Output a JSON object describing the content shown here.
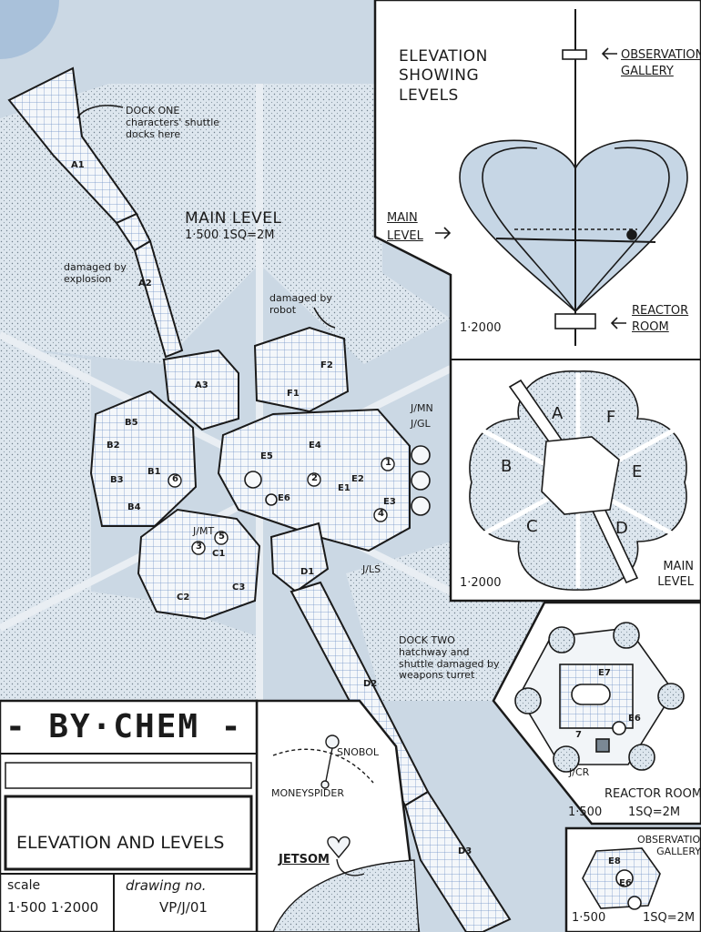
{
  "main_map": {
    "title": "MAIN LEVEL",
    "scale": "1·500 1SQ=2M",
    "dock_one": {
      "title": "DOCK ONE",
      "note": "characters' shuttle docks here"
    },
    "dock_two": {
      "title": "DOCK TWO",
      "note": "hatchway and shuttle damaged by weapons turret"
    },
    "damage_explosion": "damaged by explosion",
    "damage_robot": "damaged by robot",
    "rooms": [
      "A1",
      "A2",
      "A3",
      "F1",
      "F2",
      "B5",
      "B2",
      "B1",
      "B3",
      "B4",
      "E5",
      "E4",
      "E2",
      "E1",
      "E3",
      "E6",
      "C1",
      "C2",
      "C3",
      "D1",
      "D2",
      "D3"
    ],
    "markers": [
      "1",
      "2",
      "3",
      "4",
      "5",
      "6"
    ],
    "junctions": [
      "J/MN",
      "J/GL",
      "J/MT",
      "J/LS"
    ]
  },
  "elevation": {
    "title": "ELEVATION SHOWING LEVELS",
    "observation": "OBSERVATION GALLERY",
    "main": "MAIN LEVEL",
    "reactor": "REACTOR ROOM",
    "scale": "1·2000"
  },
  "plan": {
    "sectors": [
      "A",
      "F",
      "B",
      "E",
      "C",
      "D"
    ],
    "label": "MAIN LEVEL",
    "scale": "1·2000"
  },
  "reactor_room": {
    "rooms": [
      "E7",
      "E6"
    ],
    "marker": "7",
    "junction": "J/CR",
    "title": "REACTOR ROOM",
    "scale": "1·500",
    "grid": "1SQ=2M"
  },
  "observation_gallery": {
    "title": "OBSERVATION GALLERY",
    "rooms": [
      "E8",
      "E6"
    ],
    "scale": "1·500",
    "grid": "1SQ=2M"
  },
  "jetsom": {
    "snobol": "SNOBOL",
    "moneyspider": "MONEYSPIDER",
    "title": "JETSOM"
  },
  "title_block": {
    "logo": "- BY·CHEM -",
    "drawing_title": "ELEVATION AND LEVELS",
    "scale_label": "scale",
    "scale_value": "1·500 1·2000",
    "drawing_label": "drawing no.",
    "drawing_value": "VP/J/01"
  },
  "colors": {
    "paper": "#d7e1ea",
    "blue": "#b8ccde",
    "ink": "#1a1a1a",
    "white": "#ffffff"
  }
}
